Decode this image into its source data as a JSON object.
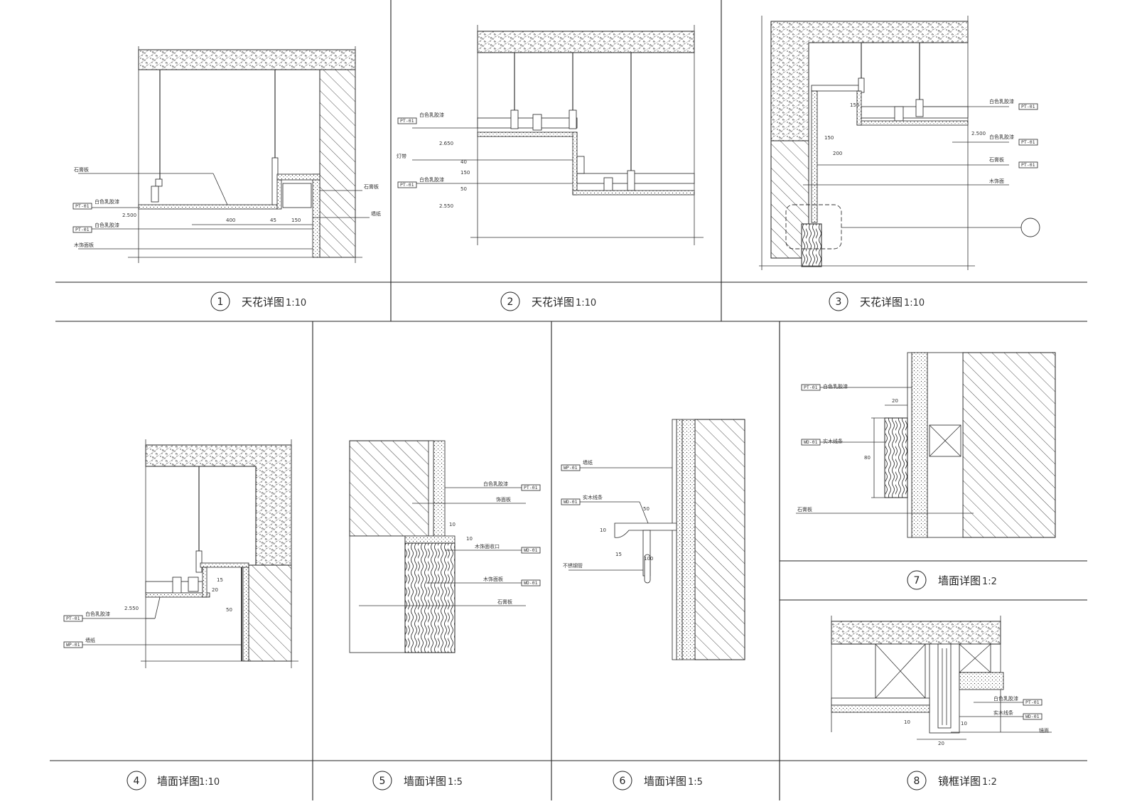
{
  "sheet": {
    "panels": [
      {
        "num": "1",
        "title": "天花详图",
        "scale": "1:10"
      },
      {
        "num": "2",
        "title": "天花详图",
        "scale": "1:10"
      },
      {
        "num": "3",
        "title": "天花详图",
        "scale": "1:10"
      },
      {
        "num": "4",
        "title": "墙面详图",
        "scale": "1:10"
      },
      {
        "num": "5",
        "title": "墙面详图",
        "scale": "1:5"
      },
      {
        "num": "6",
        "title": "墙面详图",
        "scale": "1:5"
      },
      {
        "num": "7",
        "title": "墙面详图",
        "scale": "1:2"
      },
      {
        "num": "8",
        "title": "镜框详图",
        "scale": "1:2"
      }
    ]
  },
  "p1": {
    "labels": [
      "石膏板",
      "白色乳胶漆",
      "白色乳胶漆",
      "木饰面板",
      "石膏板",
      "墙纸"
    ],
    "tags": [
      "PT-01",
      "PT-01"
    ],
    "dims": [
      "2.500",
      "400",
      "45",
      "150"
    ]
  },
  "p2": {
    "labels": [
      "白色乳胶漆",
      "灯带",
      "白色乳胶漆"
    ],
    "tags": [
      "PT-01",
      "PT-01"
    ],
    "dims": [
      "2.650",
      "2.550",
      "150",
      "40",
      "50"
    ]
  },
  "p3": {
    "labels": [
      "白色乳胶漆",
      "白色乳胶漆",
      "石膏板",
      "木饰面"
    ],
    "tags": [
      "PT-01",
      "PT-01",
      "PT-01"
    ],
    "dims": [
      "2.500",
      "150",
      "200",
      "150"
    ]
  },
  "p4": {
    "labels": [
      "白色乳胶漆",
      "墙纸"
    ],
    "tags": [
      "PT-01",
      "WP-01"
    ],
    "dims": [
      "2.550",
      "20",
      "15",
      "50"
    ]
  },
  "p5": {
    "labels": [
      "白色乳胶漆",
      "饰面板",
      "木饰面收口",
      "木饰面板",
      "石膏板"
    ],
    "tags": [
      "PT-01",
      "WD-01",
      "WD-01"
    ],
    "dims": [
      "10",
      "10"
    ]
  },
  "p6": {
    "labels": [
      "墙纸",
      "实木线条",
      "不锈钢管"
    ],
    "tags": [
      "WP-01",
      "WD-01"
    ],
    "dims": [
      "50",
      "10",
      "15",
      "100"
    ]
  },
  "p7": {
    "labels": [
      "白色乳胶漆",
      "实木线条",
      "石膏板"
    ],
    "tags": [
      "PT-01",
      "WD-01"
    ],
    "dims": [
      "20",
      "80"
    ]
  },
  "p8": {
    "labels": [
      "白色乳胶漆",
      "实木线条",
      "镜面"
    ],
    "tags": [
      "PT-01",
      "WD-01"
    ],
    "dims": [
      "20",
      "10",
      "10"
    ]
  }
}
